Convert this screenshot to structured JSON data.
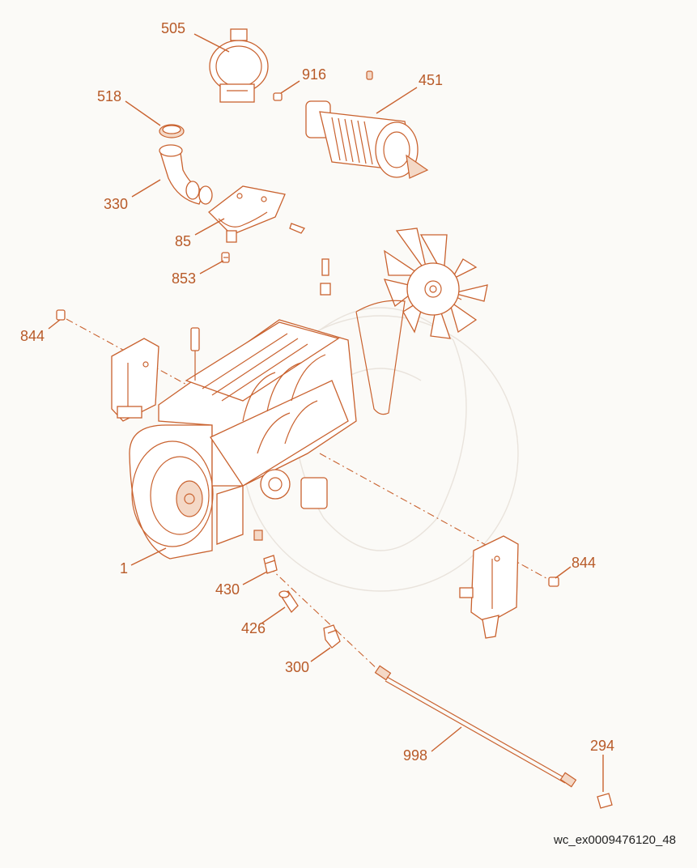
{
  "diagram": {
    "accent_color": "#c9622f",
    "label_color": "#b85a28",
    "parts": [
      {
        "id": "505",
        "label": "505"
      },
      {
        "id": "916",
        "label": "916"
      },
      {
        "id": "451",
        "label": "451"
      },
      {
        "id": "518",
        "label": "518"
      },
      {
        "id": "330",
        "label": "330"
      },
      {
        "id": "85",
        "label": "85"
      },
      {
        "id": "853",
        "label": "853"
      },
      {
        "id": "844a",
        "label": "844"
      },
      {
        "id": "1",
        "label": "1"
      },
      {
        "id": "430",
        "label": "430"
      },
      {
        "id": "426",
        "label": "426"
      },
      {
        "id": "300",
        "label": "300"
      },
      {
        "id": "844b",
        "label": "844"
      },
      {
        "id": "998",
        "label": "998"
      },
      {
        "id": "294",
        "label": "294"
      }
    ],
    "reference_code": "wc_ex0009476120_48"
  }
}
